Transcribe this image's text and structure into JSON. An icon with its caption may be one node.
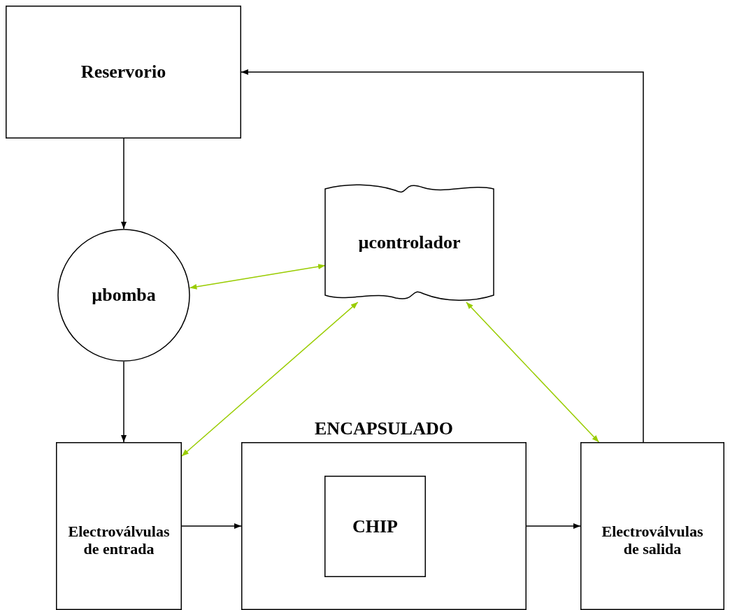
{
  "diagram": {
    "nodes": [
      {
        "text": [
          "Reservorio"
        ]
      },
      {
        "text": [
          "µbomba"
        ]
      },
      {
        "text": [
          "µcontrolador"
        ]
      },
      {
        "text": [
          "Electroválvulas de entrada"
        ]
      },
      {
        "text": [
          "ENCAPSULADO"
        ]
      },
      {
        "text": [
          "CHIP"
        ],
        "in": 4
      },
      {
        "text": [
          "Electroválvulas de salida"
        ]
      }
    ],
    "edges": [
      {
        "from": 0,
        "to": 1,
        "arrow": "to"
      },
      {
        "from": 1,
        "to": 3,
        "arrow": "to"
      },
      {
        "from": 3,
        "to": 4,
        "arrow": "to"
      },
      {
        "from": 4,
        "to": 6,
        "arrow": "to"
      },
      {
        "from": 6,
        "to": 0,
        "arrow": "to"
      },
      {
        "from": 1,
        "to": 2,
        "arrow": "both",
        "color": "#99cc00"
      },
      {
        "from": 2,
        "to": 3,
        "arrow": "both",
        "color": "#99cc00"
      },
      {
        "from": 2,
        "to": 6,
        "arrow": "both",
        "color": "#99cc00"
      }
    ]
  }
}
